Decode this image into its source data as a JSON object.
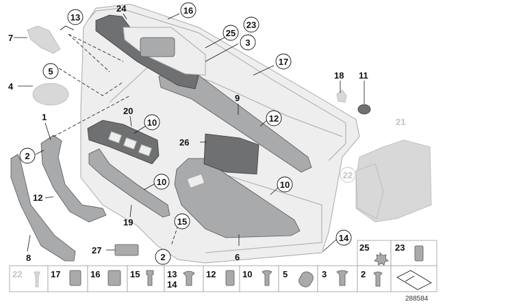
{
  "diagram": {
    "callouts": {
      "c24": "24",
      "c16": "16",
      "c13": "13",
      "c23": "23",
      "c25": "25",
      "c3": "3",
      "c7": "7",
      "c17": "17",
      "c5": "5",
      "c18": "18",
      "c11": "11",
      "c4": "4",
      "c9": "9",
      "c1": "1",
      "c20": "20",
      "c10a": "10",
      "c12a": "12",
      "c21": "21",
      "c26": "26",
      "c2a": "2",
      "c22": "22",
      "c10b": "10",
      "c12b": "12",
      "c10c": "10",
      "c19": "19",
      "c15": "15",
      "c14": "14",
      "c8": "8",
      "c27": "27",
      "c6": "6",
      "c2b": "2"
    },
    "legend_top": [
      {
        "num": "25"
      },
      {
        "num": "23"
      }
    ],
    "legend_bottom": [
      {
        "num": "22"
      },
      {
        "num": "17"
      },
      {
        "num": "16"
      },
      {
        "num": "15"
      },
      {
        "num": "13",
        "num2": "14"
      },
      {
        "num": "12"
      },
      {
        "num": "10"
      },
      {
        "num": "5"
      },
      {
        "num": "3"
      },
      {
        "num": "2"
      }
    ],
    "doc_number": "288584"
  }
}
